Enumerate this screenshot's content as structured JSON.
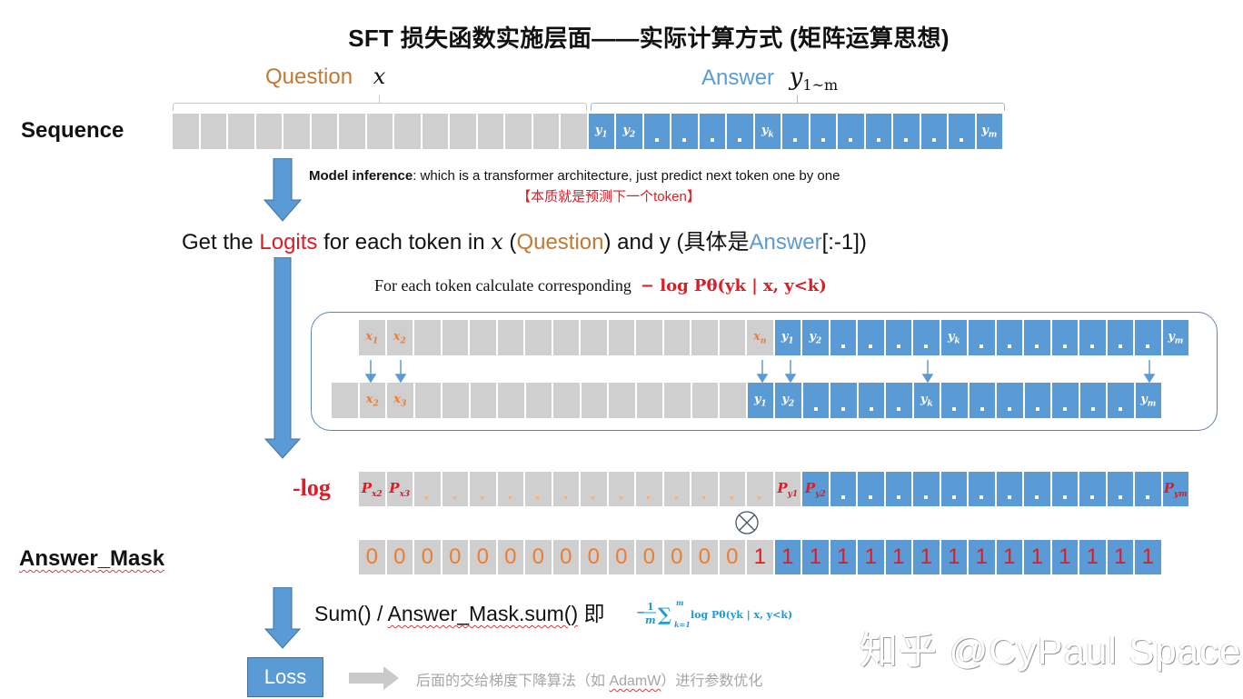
{
  "title": "SFT 损失函数实施层面——实际计算方式 (矩阵运算思想)",
  "header_labels": {
    "question": "Question",
    "question_symbol": "x",
    "answer": "Answer",
    "answer_symbol": "y",
    "answer_subscript": "1~m"
  },
  "sequence": {
    "label": "Sequence",
    "question_cells": [
      "",
      "",
      "",
      "",
      "",
      "",
      "",
      "",
      "",
      "",
      "",
      "",
      "",
      "",
      ""
    ],
    "answer_cells": [
      "y1",
      "y2",
      ".",
      ".",
      ".",
      ".",
      "yk",
      ".",
      ".",
      ".",
      ".",
      ".",
      ".",
      ".",
      "ym"
    ]
  },
  "inference": {
    "bold": "Model inference",
    "text": ": which is a transformer architecture, just predict next token one by one",
    "note_cn": "【本质就是预测下一个token】"
  },
  "logits_line": {
    "prefix": "Get the ",
    "logits": "Logits",
    "mid": " for each token in ",
    "x": "x",
    "open": " (",
    "question": "Question",
    "close_and": ") and y (具体是",
    "answer": "Answer",
    "suffix": "[:-1])"
  },
  "calc": {
    "text": "For each token calculate corresponding",
    "formula": "− log Pθ(yk | x, y<k)"
  },
  "shift_box": {
    "input_row": {
      "question_cells": [
        "x1",
        "x2",
        "",
        "",
        "",
        "",
        "",
        "",
        "",
        "",
        "",
        "",
        "",
        "",
        "xn"
      ],
      "answer_cells": [
        "y1",
        "y2",
        ".",
        ".",
        ".",
        ".",
        "yk",
        ".",
        ".",
        ".",
        ".",
        ".",
        ".",
        ".",
        "ym"
      ]
    },
    "target_row": {
      "question_cells": [
        "",
        "x2",
        "x3",
        "",
        "",
        "",
        "",
        "",
        "",
        "",
        "",
        "",
        "",
        "",
        ""
      ],
      "answer_cells": [
        "y1",
        "y2",
        ".",
        ".",
        ".",
        ".",
        "yk",
        ".",
        ".",
        ".",
        ".",
        ".",
        ".",
        ".",
        "ym"
      ]
    }
  },
  "neglog": {
    "label": "-log",
    "gray_cells": [
      "Px2",
      "Px3",
      ".",
      ".",
      ".",
      ".",
      ".",
      ".",
      ".",
      ".",
      ".",
      ".",
      ".",
      ".",
      ".",
      "Py1"
    ],
    "blue_cells": [
      "Py2",
      ".",
      ".",
      ".",
      ".",
      ".",
      ".",
      ".",
      ".",
      ".",
      ".",
      ".",
      ".",
      "Pym"
    ]
  },
  "multiply_symbol": "⊗",
  "answer_mask": {
    "label": "Answer_Mask",
    "gray_values": [
      "0",
      "0",
      "0",
      "0",
      "0",
      "0",
      "0",
      "0",
      "0",
      "0",
      "0",
      "0",
      "0",
      "0",
      "1"
    ],
    "blue_values": [
      "1",
      "1",
      "1",
      "1",
      "1",
      "1",
      "1",
      "1",
      "1",
      "1",
      "1",
      "1",
      "1",
      "1"
    ]
  },
  "sum": {
    "prefix": "Sum() / ",
    "mask_sum": "Answer_Mask.sum()",
    "suffix": " 即",
    "formula": "−(1/m) Σ_{k=1}^{m} log Pθ(yk | x, y<k)"
  },
  "loss": {
    "label": "Loss",
    "after_prefix": "后面的交给梯度下降算法（如 ",
    "after_optimizer": "AdamW",
    "after_suffix": "）进行参数优化"
  },
  "watermark": "知乎 @CyPaul Space",
  "colors": {
    "gray_cell": "#d0cfcf",
    "blue_cell": "#5b9bd5",
    "orange": "#ed7d31",
    "question_label": "#c5782f",
    "red": "#e01b24",
    "arrow_blue": "#5b9bd5"
  }
}
